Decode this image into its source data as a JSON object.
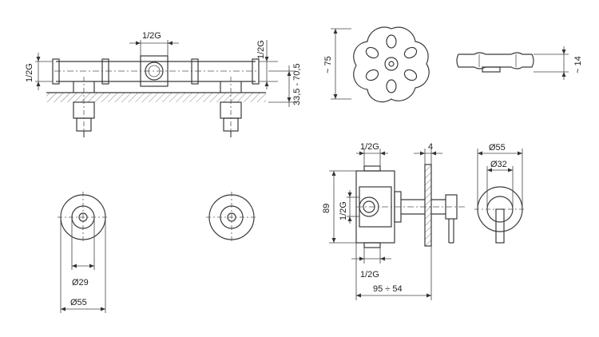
{
  "labels": {
    "top_center_thread": "1/2G",
    "top_left_thread": "1/2G",
    "top_right_thread": "1/2G",
    "top_height_range": "33,5 - 70,5",
    "handle_diameter": "~ 75",
    "handle_thickness": "~ 14",
    "flange_inner": "Ø29",
    "flange_outer": "Ø55",
    "valve_top_thread": "1/2G",
    "valve_side_thread": "1/2G",
    "valve_bottom_thread": "1/2G",
    "valve_height": "89",
    "plate_thickness": "4",
    "valve_depth": "95 ÷ 54",
    "front_outer": "Ø55",
    "front_inner": "Ø32"
  }
}
